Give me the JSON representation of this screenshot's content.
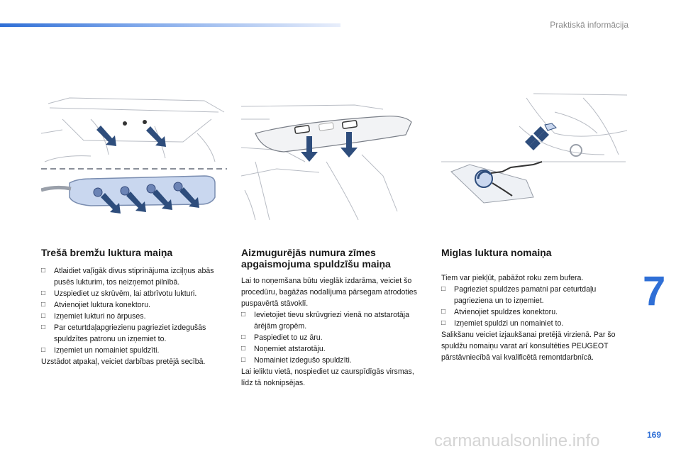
{
  "header": {
    "section": "Praktiskā informācija"
  },
  "chapter_number": "7",
  "page_number": "169",
  "watermark": "carmanualsonline.info",
  "columns": [
    {
      "title": "Trešā bremžu luktura maiņa",
      "steps": [
        "Atlaidiet vaļīgāk divus stiprinājuma izciļņus abās pusēs lukturim, tos neizņemot pilnībā.",
        "Uzspiediet uz skrūvēm, lai atbrīvotu lukturi.",
        "Atvienojiet luktura konektoru.",
        "Izņemiet lukturi no ārpuses.",
        "Par ceturtdaļapgriezienu pagrieziet izdegušās spuldzītes patronu un izņemiet to.",
        "Izņemiet un nomainiet spuldzīti."
      ],
      "closing": "Uzstādot atpakaļ, veiciet darbības pretējā secībā."
    },
    {
      "title": "Aizmugurējās numura zīmes apgaismojuma spuldzīšu maiņa",
      "intro": "Lai to noņemšana būtu vieglāk izdarāma, veiciet šo procedūru, bagāžas nodalījuma pārsegam atrodoties puspavērtā stāvoklī.",
      "steps": [
        "Ievietojiet tievu skrūvgriezi vienā no atstarotāja ārējām gropēm.",
        "Paspiediet to uz āru.",
        "Noņemiet atstarotāju.",
        "Nomainiet izdegušo spuldzīti."
      ],
      "closing": "Lai ieliktu vietā, nospiediet uz caurspīdīgās virsmas, līdz tā noknipsējas."
    },
    {
      "title": "Miglas luktura nomaiņa",
      "intro": "Tiem var piekļūt, pabāžot roku zem bufera.",
      "steps": [
        "Pagrieziet spuldzes pamatni par ceturtdaļu pagrieziena un to izņemiet.",
        "Atvienojiet spuldzes konektoru.",
        "Izņemiet spuldzi un nomainiet to."
      ],
      "closing": "Salikšanu veiciet izjaukšanai pretējā virzienā. Par šo spuldžu nomaiņu varat arī konsultēties PEUGEOT pārstāvniecībā vai kvalificētā remontdarbnīcā."
    }
  ],
  "step_marker": "",
  "colors": {
    "accent": "#2f6fd6",
    "arrow": "#2e4d7c",
    "part_fill": "#c9d7ef"
  }
}
